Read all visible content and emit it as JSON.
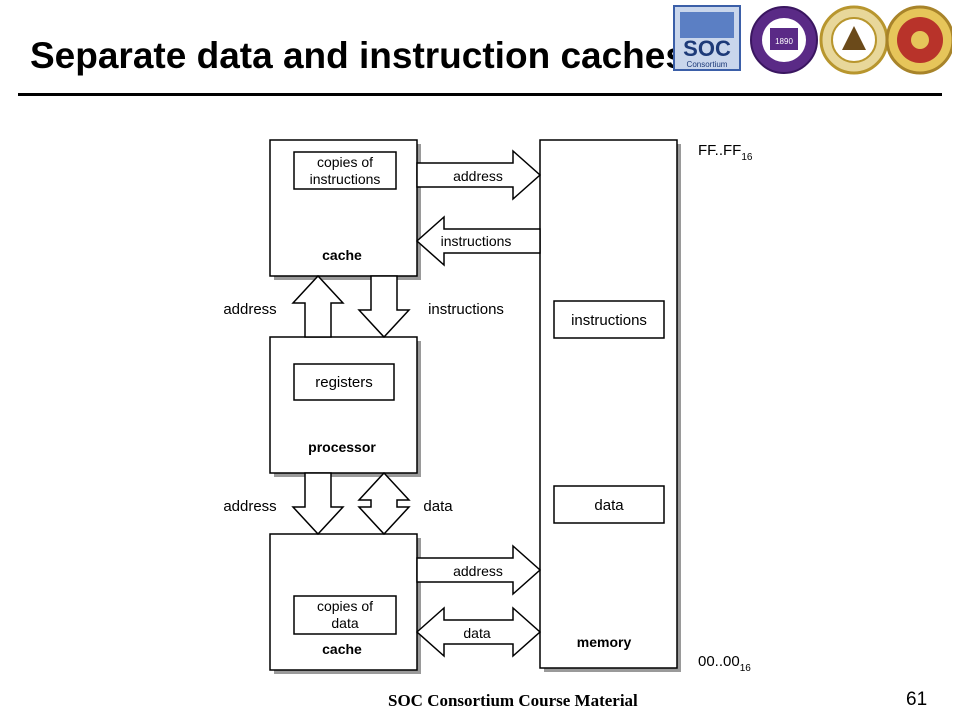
{
  "slide": {
    "title": "Separate data and instruction caches",
    "footer": "SOC Consortium Course Material",
    "page_number": "61"
  },
  "logos": [
    {
      "name": "soc-consortium-logo",
      "text": "SOC",
      "sub": "Consortium",
      "color": "#3b5fa8"
    },
    {
      "name": "university-seal-purple",
      "text": "1890",
      "color": "#5a2a86"
    },
    {
      "name": "university-seal-gold",
      "color": "#b8962e"
    },
    {
      "name": "university-seal-red",
      "color": "#b8332a"
    }
  ],
  "diagram": {
    "instruction_cache": {
      "label": "cache",
      "inner_box": {
        "line1": "copies of",
        "line2": "instructions"
      }
    },
    "processor": {
      "label": "processor",
      "inner_box": "registers"
    },
    "data_cache": {
      "label": "cache",
      "inner_box": {
        "line1": "copies of",
        "line2": "data"
      }
    },
    "memory": {
      "label": "memory",
      "instructions_box": "instructions",
      "data_box": "data"
    },
    "arrows": {
      "icache_to_memory": "address",
      "memory_to_icache": "instructions",
      "processor_to_icache": "address",
      "icache_to_processor": "instructions",
      "processor_to_dcache": "address",
      "processor_dcache_bidir": "data",
      "dcache_to_memory": "address",
      "dcache_memory_bidir": "data"
    },
    "address_range": {
      "top": {
        "base": "FF..FF",
        "sub": "16"
      },
      "bottom": {
        "base": "00..00",
        "sub": "16"
      }
    }
  }
}
